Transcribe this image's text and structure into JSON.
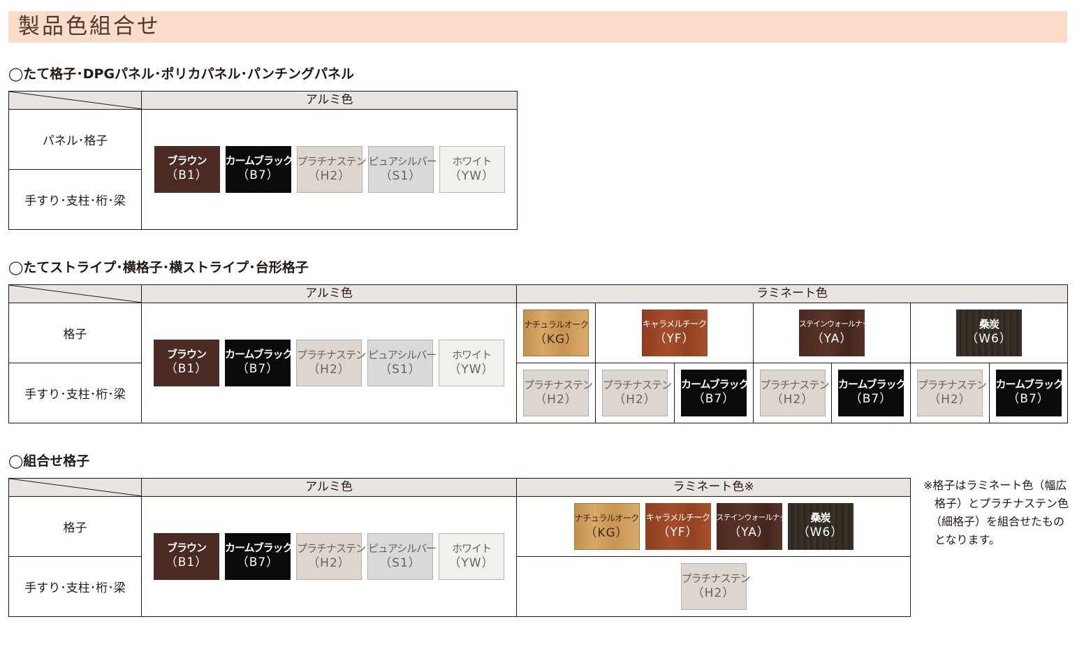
{
  "page_title": "製品色組合せ",
  "colors": {
    "banner_bg": "#fbdcc8",
    "header_bg": "#ebe5e1",
    "brown_B1": "#4a2a23",
    "calm_black_B7": "#0c0a0b",
    "platina_stain_H2": "#dcd5d0",
    "pure_silver_S1": "#d7d9da",
    "white_YW": "#f1f1ec",
    "natural_oak_KG": "#cf9e5e",
    "caramel_teak_YF": "#9c4825",
    "stain_walnut_YA": "#502d22",
    "kuwazumi_W6": "#352d24"
  },
  "section1": {
    "title": "◯たて格子･DPGパネル･ポリカパネル･パンチングパネル",
    "header_alumi": "アルミ色",
    "row1": "パネル･格子",
    "row2": "手すり･支柱･桁･梁",
    "alumi": [
      {
        "name": "ブラウン",
        "code": "（B1）"
      },
      {
        "name": "カームブラック",
        "code": "（B7）"
      },
      {
        "name": "プラチナステン",
        "code": "（H2）"
      },
      {
        "name": "ピュアシルバー",
        "code": "（S1）"
      },
      {
        "name": "ホワイト",
        "code": "（YW）"
      }
    ]
  },
  "section2": {
    "title": "◯たてストライプ･横格子･横ストライプ･台形格子",
    "header_alumi": "アルミ色",
    "header_laminate": "ラミネート色",
    "row1": "格子",
    "row2": "手すり･支柱･桁･梁",
    "alumi": [
      {
        "name": "ブラウン",
        "code": "（B1）"
      },
      {
        "name": "カームブラック",
        "code": "（B7）"
      },
      {
        "name": "プラチナステン",
        "code": "（H2）"
      },
      {
        "name": "ピュアシルバー",
        "code": "（S1）"
      },
      {
        "name": "ホワイト",
        "code": "（YW）"
      }
    ],
    "laminate": [
      {
        "name": "ナチュラルオーク",
        "code": "（KG）"
      },
      {
        "name": "キャラメルチーク",
        "code": "（YF）"
      },
      {
        "name": "ステインウォールナット",
        "code": "（YA）"
      },
      {
        "name": "桑炭",
        "code": "（W6）"
      }
    ],
    "support": [
      {
        "name": "プラチナステン",
        "code": "（H2）"
      },
      {
        "name": "プラチナステン",
        "code": "（H2）"
      },
      {
        "name": "カームブラック",
        "code": "（B7）"
      },
      {
        "name": "プラチナステン",
        "code": "（H2）"
      },
      {
        "name": "カームブラック",
        "code": "（B7）"
      },
      {
        "name": "プラチナステン",
        "code": "（H2）"
      },
      {
        "name": "カームブラック",
        "code": "（B7）"
      }
    ]
  },
  "section3": {
    "title": "◯組合せ格子",
    "header_alumi": "アルミ色",
    "header_laminate": "ラミネート色※",
    "row1": "格子",
    "row2": "手すり･支柱･桁･梁",
    "alumi": [
      {
        "name": "ブラウン",
        "code": "（B1）"
      },
      {
        "name": "カームブラック",
        "code": "（B7）"
      },
      {
        "name": "プラチナステン",
        "code": "（H2）"
      },
      {
        "name": "ピュアシルバー",
        "code": "（S1）"
      },
      {
        "name": "ホワイト",
        "code": "（YW）"
      }
    ],
    "laminate": [
      {
        "name": "ナチュラルオーク",
        "code": "（KG）"
      },
      {
        "name": "キャラメルチーク",
        "code": "（YF）"
      },
      {
        "name": "ステインウォールナット",
        "code": "（YA）"
      },
      {
        "name": "桑炭",
        "code": "（W6）"
      }
    ],
    "support": [
      {
        "name": "プラチナステン",
        "code": "（H2）"
      }
    ]
  },
  "note": {
    "line1": "※格子はラミネート色（幅広",
    "line2": "格子）とプラチナステン色",
    "line3": "（細格子）を組合せたもの",
    "line4": "となります。"
  }
}
